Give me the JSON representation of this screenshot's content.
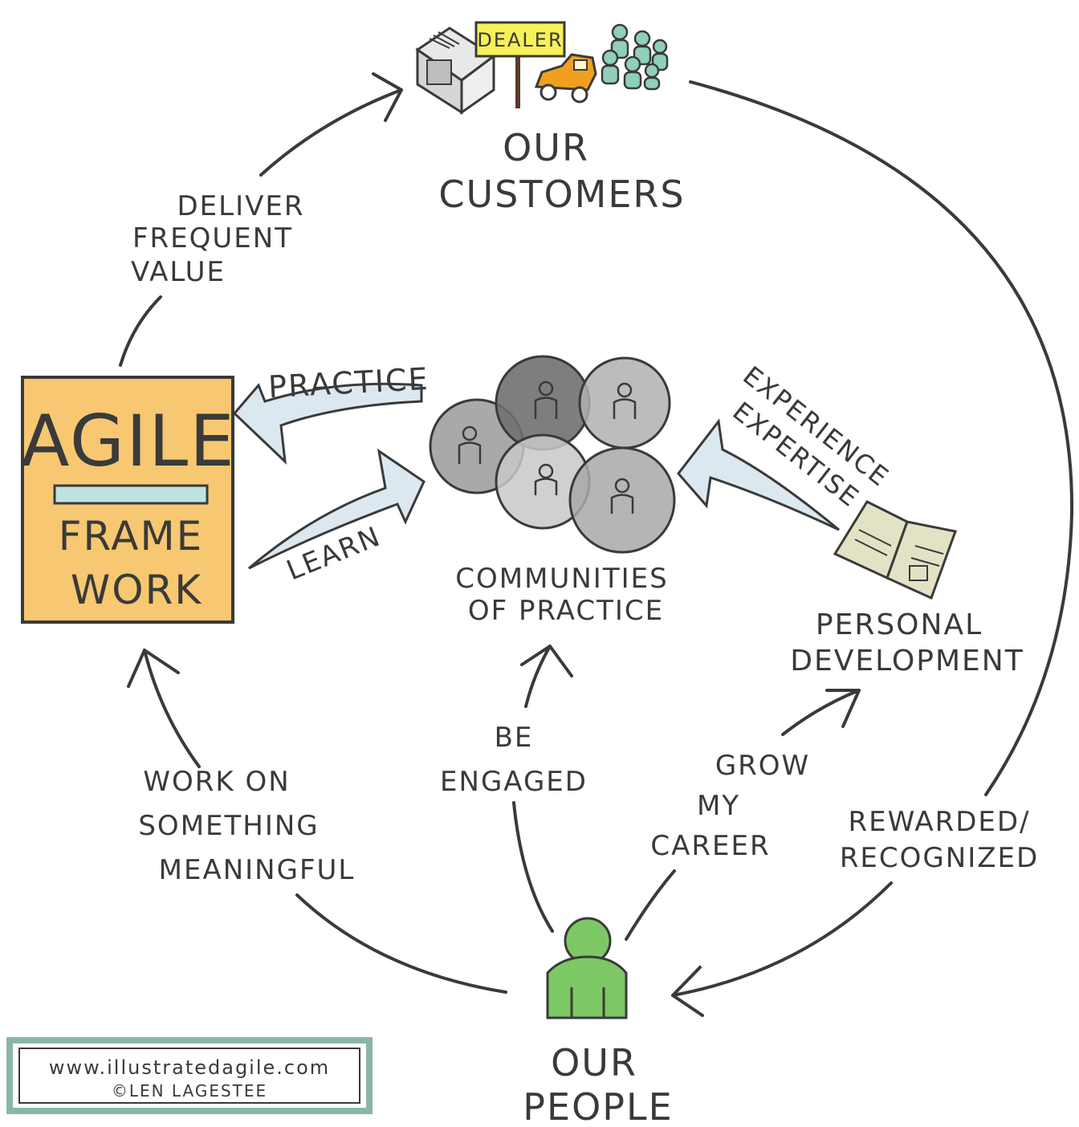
{
  "customers": {
    "dealer_sign": "DEALER",
    "label_line1": "OUR",
    "label_line2": "CUSTOMERS"
  },
  "framework": {
    "line1": "AGILE",
    "line2": "FRAME",
    "line3": "WORK"
  },
  "communities": {
    "line1": "COMMUNITIES",
    "line2": "OF PRACTICE"
  },
  "personal_development": {
    "line1": "PERSONAL",
    "line2": "DEVELOPMENT"
  },
  "people": {
    "line1": "OUR",
    "line2": "PEOPLE"
  },
  "arrows": {
    "deliver": [
      "DELIVER",
      "FREQUENT",
      "VALUE"
    ],
    "practice": "PRACTICE",
    "learn": "LEARN",
    "experience": "EXPERIENCE",
    "expertise": "EXPERTISE",
    "meaningful": [
      "WORK ON",
      "SOMETHING",
      "MEANINGFUL"
    ],
    "engaged": [
      "BE",
      "ENGAGED"
    ],
    "career": [
      "GROW",
      "MY",
      "CAREER"
    ],
    "rewarded": [
      "REWARDED/",
      "RECOGNIZED"
    ]
  },
  "credit": {
    "url": "www.illustratedagile.com",
    "author": "©LEN LAGESTEE"
  },
  "colors": {
    "framework_fill": "#f7c871",
    "framework_bar": "#bfe3df",
    "person_green": "#7cc864",
    "arrow_fill": "#dbe8ef",
    "community_dark": "#707070",
    "community_mid": "#9a9a9a",
    "community_light": "#c8c8c8",
    "credit_border": "#8ab7a3",
    "car_orange": "#f0a020",
    "sign_yellow": "#f6f05a",
    "crowd_teal": "#8fd0b8"
  }
}
